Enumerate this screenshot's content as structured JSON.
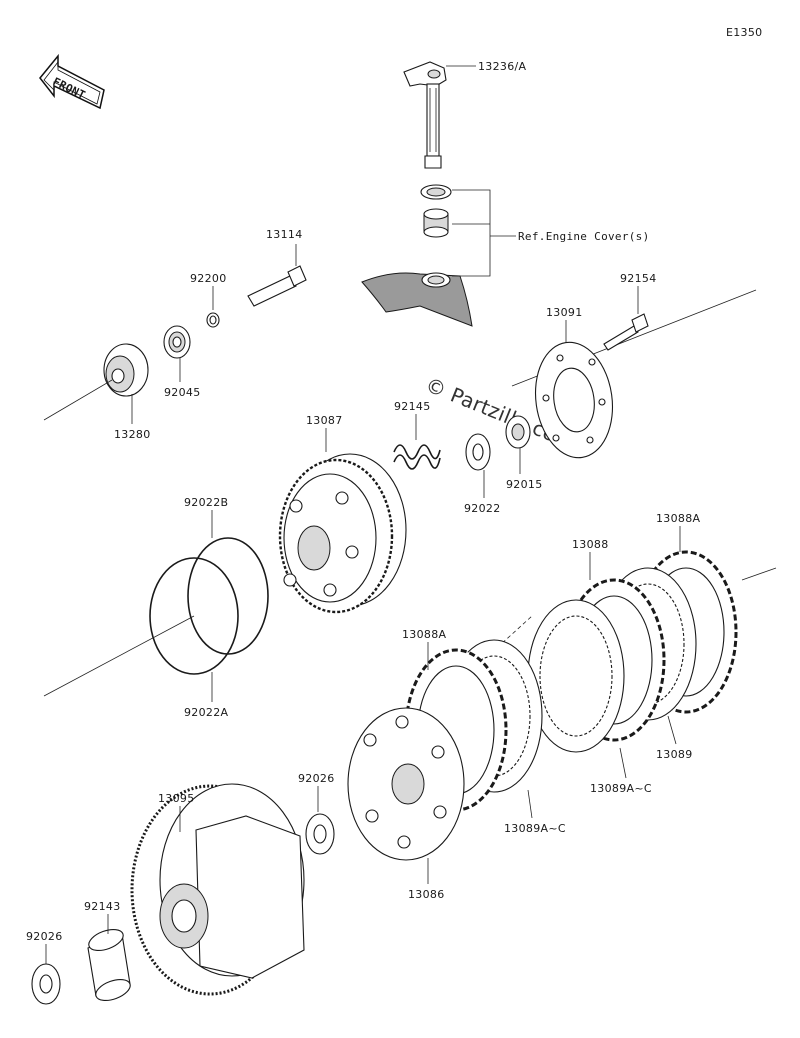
{
  "diagram_code": "E1350",
  "front_label": "FRONT",
  "watermark": "© Partzilla.com",
  "ref_note": "Ref.Engine Cover(s)",
  "parts": {
    "p13236": "13236/A",
    "p13114": "13114",
    "p92200": "92200",
    "p92045": "92045",
    "p13280": "13280",
    "p92154": "92154",
    "p13091": "13091",
    "p92145": "92145",
    "p13087": "13087",
    "p92022": "92022",
    "p92015": "92015",
    "p92022B": "92022B",
    "p92022A": "92022A",
    "p13088": "13088",
    "p13088A_top": "13088A",
    "p13088A_left": "13088A",
    "p13089": "13089",
    "p13089AC_right": "13089A~C",
    "p13089AC_mid": "13089A~C",
    "p92026_mid": "92026",
    "p13095": "13095",
    "p13086": "13086",
    "p92143": "92143",
    "p92026_left": "92026"
  }
}
